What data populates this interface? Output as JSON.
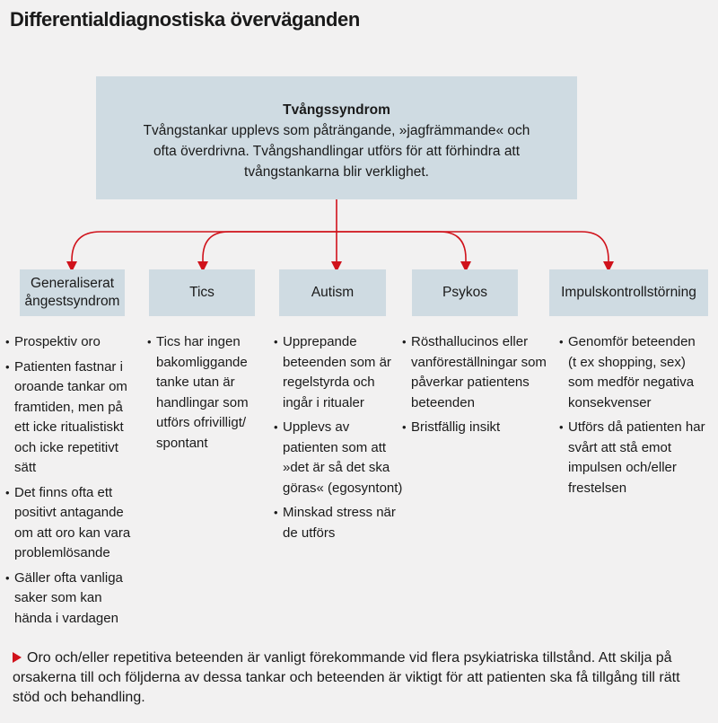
{
  "title": "Differentialdiagnostiska överväganden",
  "main": {
    "title": "Tvångssyndrom",
    "description": "Tvångstankar upplevs som påträngande, »jagfrämmande« och ofta överdrivna. Tvångshandlingar utförs för att förhindra att tvångstankarna blir verklighet."
  },
  "colors": {
    "box": "#cfdbe2",
    "arrow": "#d0121b",
    "background": "#f2f1f1"
  },
  "categories": [
    {
      "label": "Generaliserat ångestsyndrom",
      "bullets": [
        "Prospektiv oro",
        "Patienten fastnar i oroande tankar om framtiden, men på ett icke ritualistiskt och icke repetitivt sätt",
        "Det finns ofta ett positivt antagande om att oro kan vara problemlösande",
        "Gäller ofta vanliga saker som kan hända i vardagen"
      ]
    },
    {
      "label": "Tics",
      "bullets": [
        "Tics har ingen bakomliggande tanke utan är handlingar som utförs ofrivilligt/ spontant"
      ]
    },
    {
      "label": "Autism",
      "bullets": [
        "Upprepande beteenden som är regelstyrda och ingår i ritualer",
        "Upplevs av patienten som att »det är så det ska göras« (egosyntont)",
        "Minskad stress när de utförs"
      ]
    },
    {
      "label": "Psykos",
      "bullets": [
        "Rösthallucinos eller vanföreställningar som påverkar patientens beteenden",
        "Bristfällig insikt"
      ]
    },
    {
      "label": "Impulskontrollstörning",
      "bullets": [
        "Genomför beteenden (t ex shopping, sex) som medför negativa konsekvenser",
        "Utförs då patienten har svårt att stå emot impulsen och/eller frestelsen"
      ]
    }
  ],
  "footnote": "Oro och/eller repetitiva beteenden är vanligt förekommande vid flera psykiatriska tillstånd. Att skilja på orsakerna till och följderna av dessa tankar och beteenden är viktigt för att patienten ska få tillgång till rätt stöd och behandling."
}
